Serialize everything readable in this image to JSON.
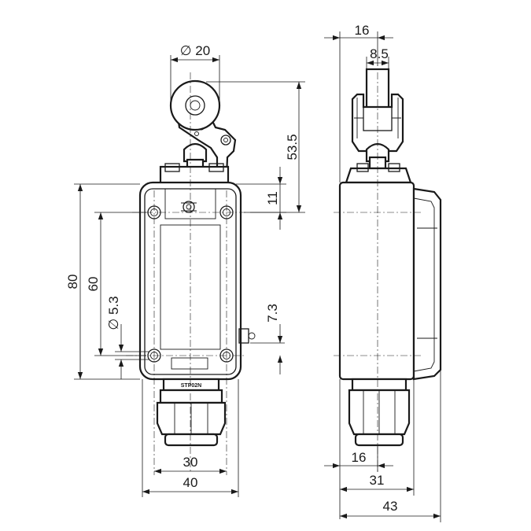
{
  "drawing": {
    "front_view": {
      "label_plate": "STP02N",
      "dim_roller_diameter": "∅ 20",
      "dim_lever_height": "53.5",
      "dim_head_offset": "11",
      "dim_body_height": "80",
      "dim_hole_spacing_v": "60",
      "dim_hole_diameter": "∅ 5.3",
      "dim_hole_offset": "7.3",
      "dim_hole_spacing_h": "30",
      "dim_body_width": "40"
    },
    "side_view": {
      "dim_top_width": "16",
      "dim_roller_width": "8.5",
      "dim_bottom_offset": "16",
      "dim_body_depth": "31",
      "dim_total_depth": "43"
    }
  }
}
